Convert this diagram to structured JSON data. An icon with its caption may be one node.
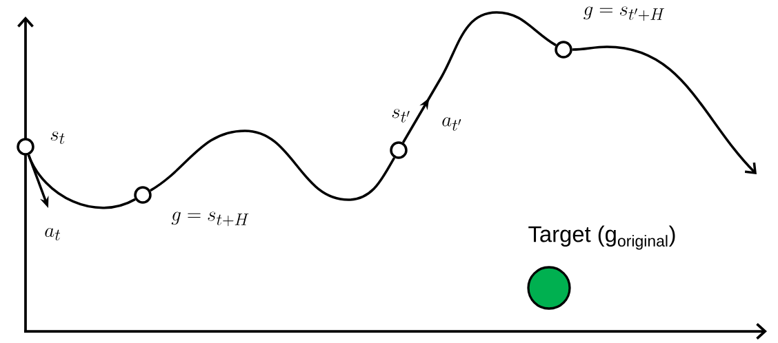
{
  "diagram": {
    "nodes": [
      {
        "text": [],
        "shape": "circle",
        "beside": [
          "s_t"
        ]
      },
      {
        "text": [],
        "shape": "circle",
        "beside": [
          "g = s_{t+H}"
        ]
      },
      {
        "text": [],
        "shape": "circle",
        "beside": [
          "s_{t'}"
        ]
      },
      {
        "text": [],
        "shape": "circle",
        "beside": [
          "g = s_{t'+H}"
        ]
      },
      {
        "text": [
          "Target (g$_{original}$)"
        ]
      }
    ],
    "edges": [
      {
        "from": 0,
        "to": 1,
        "arrow": "none"
      },
      {
        "from": 1,
        "to": 2,
        "arrow": "none"
      },
      {
        "from": 2,
        "to": 3,
        "arrow": "to",
        "label": "a_{t'}"
      },
      {
        "from": 3,
        "to": null,
        "arrow": "to"
      },
      {
        "from": 0,
        "to": null,
        "arrow": "to",
        "label": "a_t"
      }
    ]
  }
}
